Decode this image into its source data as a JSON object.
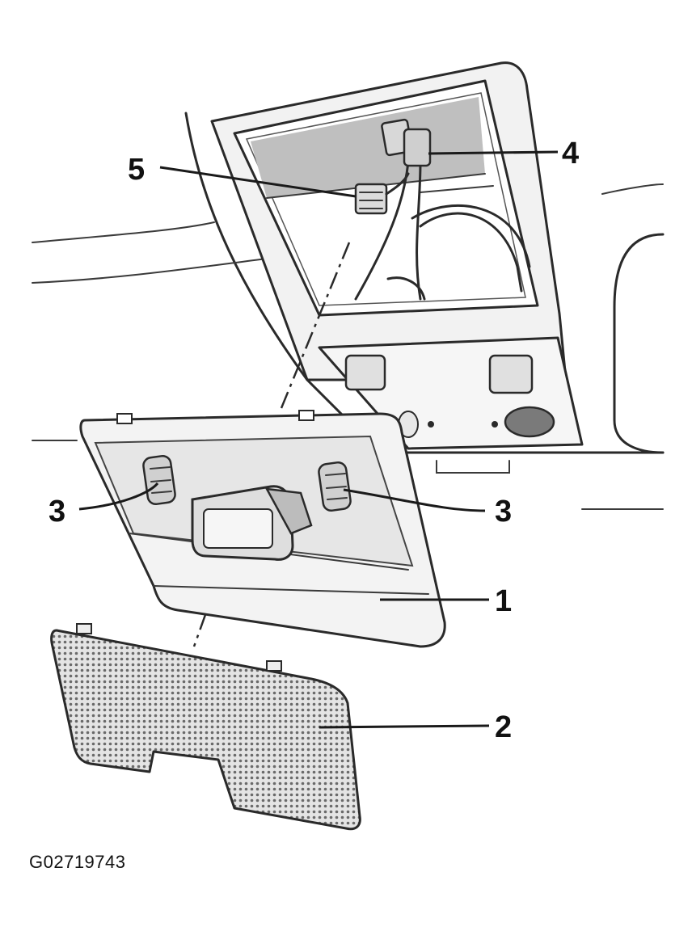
{
  "figure": {
    "id_label": "G02719743",
    "callouts": [
      {
        "key": "c1",
        "label": "1"
      },
      {
        "key": "c2",
        "label": "2"
      },
      {
        "key": "c3a",
        "label": "3"
      },
      {
        "key": "c3b",
        "label": "3"
      },
      {
        "key": "c4",
        "label": "4"
      },
      {
        "key": "c5",
        "label": "5"
      }
    ]
  }
}
